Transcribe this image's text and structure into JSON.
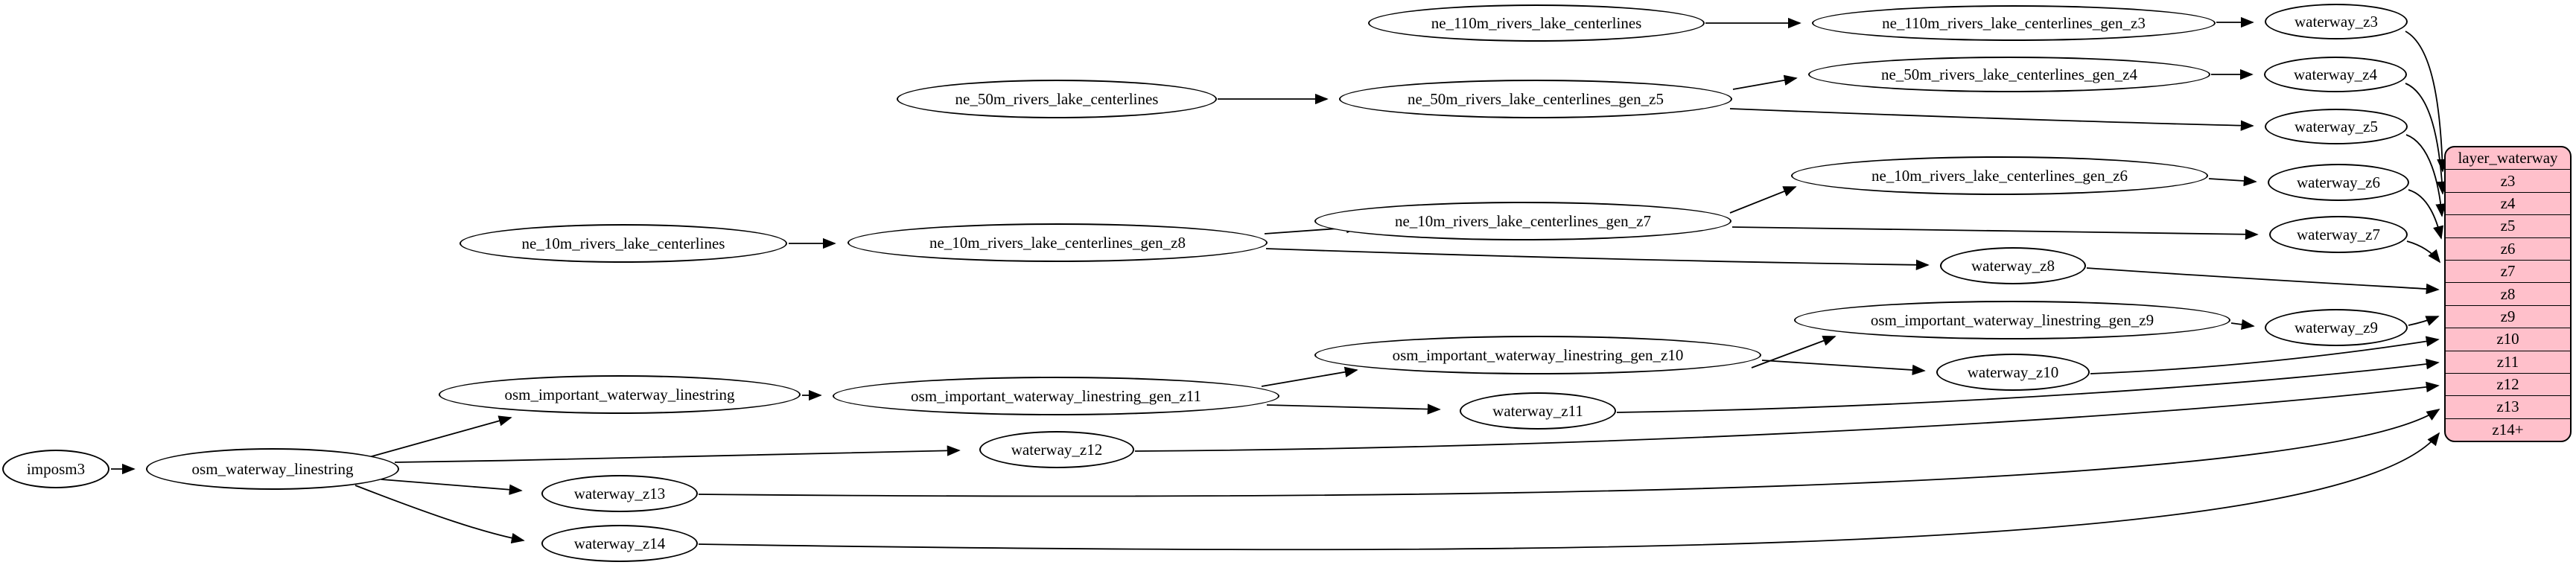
{
  "diagram": {
    "type": "graphviz-flow-diagram",
    "background_color": "#ffffff",
    "node_fill_color": "#ffffff",
    "node_border_color": "#000000",
    "edge_color": "#000000",
    "record_fill_color": "#ffc0cb",
    "text_color": "#000000"
  },
  "nodes": [
    {
      "id": "imposm3",
      "label": "imposm3"
    },
    {
      "id": "osm_waterway_linestring",
      "label": "osm_waterway_linestring"
    },
    {
      "id": "osm_important_waterway_linestring",
      "label": "osm_important_waterway_linestring"
    },
    {
      "id": "ne_10m_rivers_lake_centerlines",
      "label": "ne_10m_rivers_lake_centerlines"
    },
    {
      "id": "ne_50m_rivers_lake_centerlines",
      "label": "ne_50m_rivers_lake_centerlines"
    },
    {
      "id": "ne_110m_rivers_lake_centerlines",
      "label": "ne_110m_rivers_lake_centerlines"
    },
    {
      "id": "ne_110m_rivers_lake_centerlines_gen_z3",
      "label": "ne_110m_rivers_lake_centerlines_gen_z3"
    },
    {
      "id": "ne_50m_rivers_lake_centerlines_gen_z5",
      "label": "ne_50m_rivers_lake_centerlines_gen_z5"
    },
    {
      "id": "ne_50m_rivers_lake_centerlines_gen_z4",
      "label": "ne_50m_rivers_lake_centerlines_gen_z4"
    },
    {
      "id": "ne_10m_rivers_lake_centerlines_gen_z8",
      "label": "ne_10m_rivers_lake_centerlines_gen_z8"
    },
    {
      "id": "ne_10m_rivers_lake_centerlines_gen_z7",
      "label": "ne_10m_rivers_lake_centerlines_gen_z7"
    },
    {
      "id": "ne_10m_rivers_lake_centerlines_gen_z6",
      "label": "ne_10m_rivers_lake_centerlines_gen_z6"
    },
    {
      "id": "osm_important_waterway_linestring_gen_z11",
      "label": "osm_important_waterway_linestring_gen_z11"
    },
    {
      "id": "osm_important_waterway_linestring_gen_z10",
      "label": "osm_important_waterway_linestring_gen_z10"
    },
    {
      "id": "osm_important_waterway_linestring_gen_z9",
      "label": "osm_important_waterway_linestring_gen_z9"
    },
    {
      "id": "waterway_z3",
      "label": "waterway_z3"
    },
    {
      "id": "waterway_z4",
      "label": "waterway_z4"
    },
    {
      "id": "waterway_z5",
      "label": "waterway_z5"
    },
    {
      "id": "waterway_z6",
      "label": "waterway_z6"
    },
    {
      "id": "waterway_z7",
      "label": "waterway_z7"
    },
    {
      "id": "waterway_z8",
      "label": "waterway_z8"
    },
    {
      "id": "waterway_z9",
      "label": "waterway_z9"
    },
    {
      "id": "waterway_z10",
      "label": "waterway_z10"
    },
    {
      "id": "waterway_z11",
      "label": "waterway_z11"
    },
    {
      "id": "waterway_z12",
      "label": "waterway_z12"
    },
    {
      "id": "waterway_z13",
      "label": "waterway_z13"
    },
    {
      "id": "waterway_z14",
      "label": "waterway_z14"
    }
  ],
  "record": {
    "title": "layer_waterway",
    "rows": [
      "z3",
      "z4",
      "z5",
      "z6",
      "z7",
      "z8",
      "z9",
      "z10",
      "z11",
      "z12",
      "z13",
      "z14+"
    ]
  },
  "edges": [
    {
      "from": "imposm3",
      "to": "osm_waterway_linestring"
    },
    {
      "from": "osm_waterway_linestring",
      "to": "osm_important_waterway_linestring"
    },
    {
      "from": "osm_waterway_linestring",
      "to": "waterway_z12"
    },
    {
      "from": "osm_waterway_linestring",
      "to": "waterway_z13"
    },
    {
      "from": "osm_waterway_linestring",
      "to": "waterway_z14"
    },
    {
      "from": "osm_important_waterway_linestring",
      "to": "osm_important_waterway_linestring_gen_z11"
    },
    {
      "from": "osm_important_waterway_linestring_gen_z11",
      "to": "osm_important_waterway_linestring_gen_z10"
    },
    {
      "from": "osm_important_waterway_linestring_gen_z11",
      "to": "waterway_z11"
    },
    {
      "from": "osm_important_waterway_linestring_gen_z10",
      "to": "osm_important_waterway_linestring_gen_z9"
    },
    {
      "from": "osm_important_waterway_linestring_gen_z10",
      "to": "waterway_z10"
    },
    {
      "from": "osm_important_waterway_linestring_gen_z9",
      "to": "waterway_z9"
    },
    {
      "from": "ne_10m_rivers_lake_centerlines",
      "to": "ne_10m_rivers_lake_centerlines_gen_z8"
    },
    {
      "from": "ne_10m_rivers_lake_centerlines_gen_z8",
      "to": "ne_10m_rivers_lake_centerlines_gen_z7"
    },
    {
      "from": "ne_10m_rivers_lake_centerlines_gen_z8",
      "to": "waterway_z8"
    },
    {
      "from": "ne_10m_rivers_lake_centerlines_gen_z7",
      "to": "ne_10m_rivers_lake_centerlines_gen_z6"
    },
    {
      "from": "ne_10m_rivers_lake_centerlines_gen_z7",
      "to": "waterway_z7"
    },
    {
      "from": "ne_10m_rivers_lake_centerlines_gen_z6",
      "to": "waterway_z6"
    },
    {
      "from": "ne_50m_rivers_lake_centerlines",
      "to": "ne_50m_rivers_lake_centerlines_gen_z5"
    },
    {
      "from": "ne_50m_rivers_lake_centerlines_gen_z5",
      "to": "ne_50m_rivers_lake_centerlines_gen_z4"
    },
    {
      "from": "ne_50m_rivers_lake_centerlines_gen_z5",
      "to": "waterway_z5"
    },
    {
      "from": "ne_50m_rivers_lake_centerlines_gen_z4",
      "to": "waterway_z4"
    },
    {
      "from": "ne_110m_rivers_lake_centerlines",
      "to": "ne_110m_rivers_lake_centerlines_gen_z3"
    },
    {
      "from": "ne_110m_rivers_lake_centerlines_gen_z3",
      "to": "waterway_z3"
    },
    {
      "from": "waterway_z3",
      "to": "layer_waterway.z3"
    },
    {
      "from": "waterway_z4",
      "to": "layer_waterway.z4"
    },
    {
      "from": "waterway_z5",
      "to": "layer_waterway.z5"
    },
    {
      "from": "waterway_z6",
      "to": "layer_waterway.z6"
    },
    {
      "from": "waterway_z7",
      "to": "layer_waterway.z7"
    },
    {
      "from": "waterway_z8",
      "to": "layer_waterway.z8"
    },
    {
      "from": "waterway_z9",
      "to": "layer_waterway.z9"
    },
    {
      "from": "waterway_z10",
      "to": "layer_waterway.z10"
    },
    {
      "from": "waterway_z11",
      "to": "layer_waterway.z11"
    },
    {
      "from": "waterway_z12",
      "to": "layer_waterway.z12"
    },
    {
      "from": "waterway_z13",
      "to": "layer_waterway.z13"
    },
    {
      "from": "waterway_z14",
      "to": "layer_waterway.z14+"
    }
  ]
}
